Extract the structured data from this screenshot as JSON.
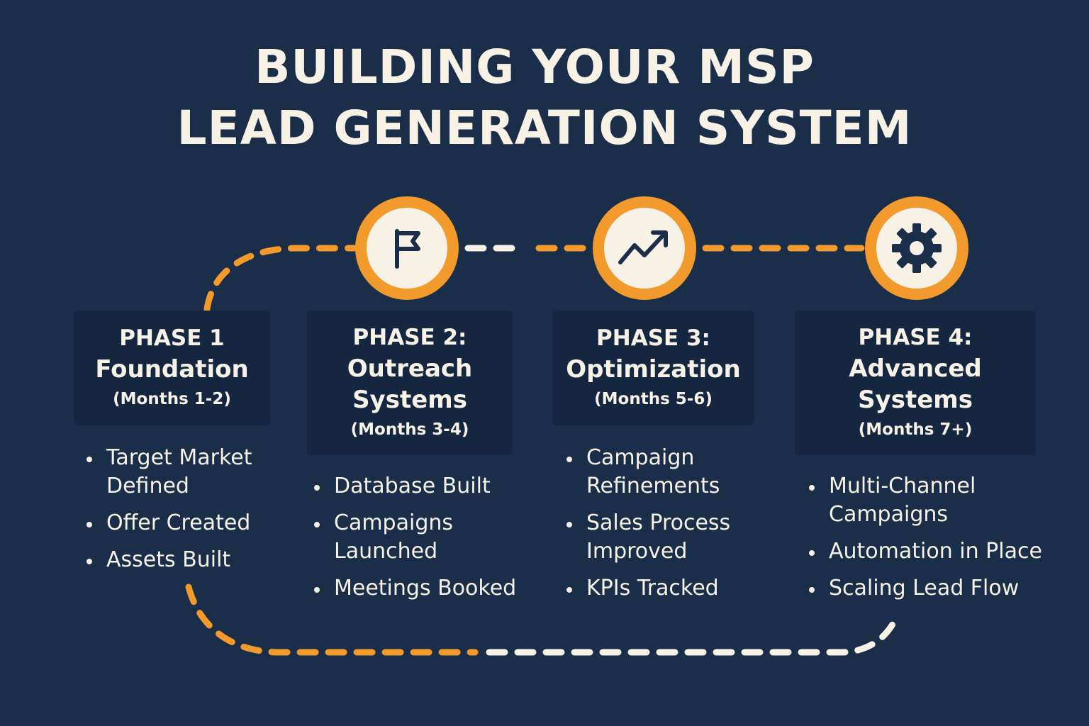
{
  "title": {
    "line1": "BUILDING YOUR MSP",
    "line2": "LEAD GENERATION SYSTEM"
  },
  "colors": {
    "background": "#1a2e4a",
    "box": "#142640",
    "accent": "#f39a2c",
    "text": "#f7f1e6",
    "dash_light": "#f7f1e6"
  },
  "icons": [
    "flag-icon",
    "trending-up-icon",
    "gear-icon"
  ],
  "phases": [
    {
      "label": "PHASE 1",
      "name": [
        "Foundation"
      ],
      "months": "(Months 1-2)",
      "items": [
        "Target Market Defined",
        "Offer Created",
        "Assets Built"
      ]
    },
    {
      "label": "PHASE 2:",
      "name": [
        "Outreach",
        "Systems"
      ],
      "months": "(Months 3-4)",
      "items": [
        "Database Built",
        "Campaigns Launched",
        "Meetings Booked"
      ]
    },
    {
      "label": "PHASE 3:",
      "name": [
        "Optimization"
      ],
      "months": "(Months 5-6)",
      "items": [
        "Campaign Refinements",
        "Sales Process Improved",
        "KPIs Tracked"
      ]
    },
    {
      "label": "PHASE 4:",
      "name": [
        "Advanced",
        "Systems"
      ],
      "months": "(Months 7+)",
      "items": [
        "Multi-Channel Campaigns",
        "Automation in Place",
        "Scaling Lead Flow"
      ]
    }
  ]
}
